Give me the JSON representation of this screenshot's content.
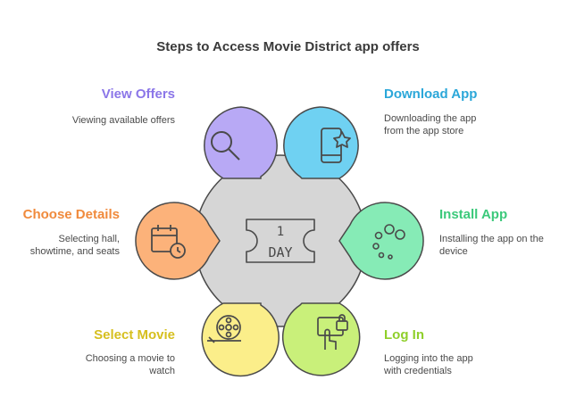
{
  "title": "Steps to Access Movie District app offers",
  "center": {
    "line1": "1",
    "line2": "DAY"
  },
  "steps": [
    {
      "title": "View Offers",
      "desc": [
        "Viewing available offers"
      ],
      "color": "#8b76e8",
      "fill": "#b8a9f5",
      "icon": "magnifier-icon"
    },
    {
      "title": "Download App",
      "desc": [
        "Downloading the app",
        "from the app store"
      ],
      "color": "#2ba7d9",
      "fill": "#6fd1f2",
      "icon": "phone-star-icon"
    },
    {
      "title": "Choose Details",
      "desc": [
        "Selecting hall,",
        "showtime, and seats"
      ],
      "color": "#f08a3c",
      "fill": "#fcb27a",
      "icon": "calendar-clock-icon"
    },
    {
      "title": "Install App",
      "desc": [
        "Installing the app on the",
        "device"
      ],
      "color": "#3cc97b",
      "fill": "#86ebb6",
      "icon": "loading-dots-icon"
    },
    {
      "title": "Select Movie",
      "desc": [
        "Choosing a movie to",
        "watch"
      ],
      "color": "#d6bf1e",
      "fill": "#fbee8a",
      "icon": "film-reel-icon"
    },
    {
      "title": "Log In",
      "desc": [
        "Logging into the app",
        "with credentials"
      ],
      "color": "#8fcf2a",
      "fill": "#c9f07a",
      "icon": "hand-lock-icon"
    }
  ]
}
